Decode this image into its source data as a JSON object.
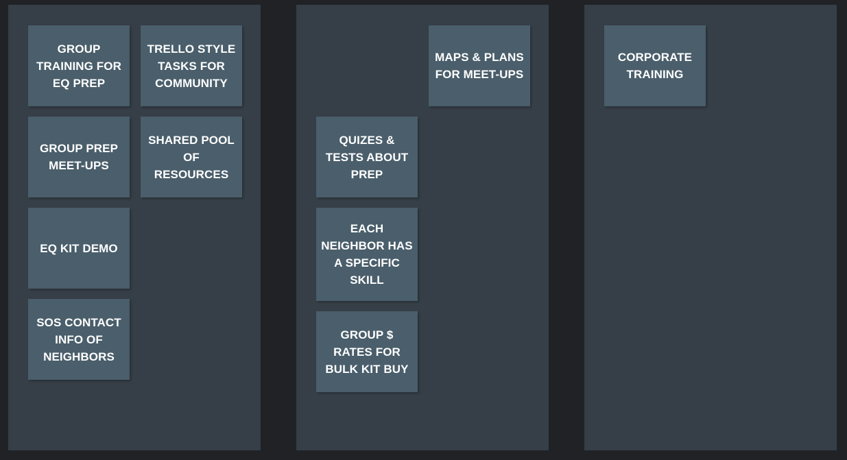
{
  "board": {
    "background_color": "#212226",
    "column_color": "#363e47",
    "card_color": "#4a5e6b",
    "card_text_color": "#ffffff",
    "columns": [
      {
        "name": "column-1",
        "cards": [
          {
            "label": "GROUP TRAINING FOR EQ PREP",
            "empty": false
          },
          {
            "label": "TRELLO STYLE TASKS FOR COMMUNITY",
            "empty": false
          },
          {
            "label": "GROUP PREP MEET-UPS",
            "empty": false
          },
          {
            "label": "SHARED POOL OF RESOURCES",
            "empty": false
          },
          {
            "label": "EQ KIT DEMO",
            "empty": false
          },
          {
            "label": "",
            "empty": true
          },
          {
            "label": "SOS CONTACT INFO OF NEIGHBORS",
            "empty": false
          }
        ]
      },
      {
        "name": "column-2",
        "cards": [
          {
            "label": "",
            "empty": true
          },
          {
            "label": "MAPS & PLANS FOR MEET-UPS",
            "empty": false
          },
          {
            "label": "QUIZES & TESTS ABOUT PREP",
            "empty": false
          },
          {
            "label": "",
            "empty": true
          },
          {
            "label": "EACH NEIGHBOR HAS A SPECIFIC SKILL",
            "empty": false
          },
          {
            "label": "",
            "empty": true
          },
          {
            "label": "GROUP $ RATES FOR BULK KIT BUY",
            "empty": false
          }
        ]
      },
      {
        "name": "column-3",
        "cards": [
          {
            "label": "CORPORATE TRAINING",
            "empty": false
          }
        ]
      }
    ]
  }
}
